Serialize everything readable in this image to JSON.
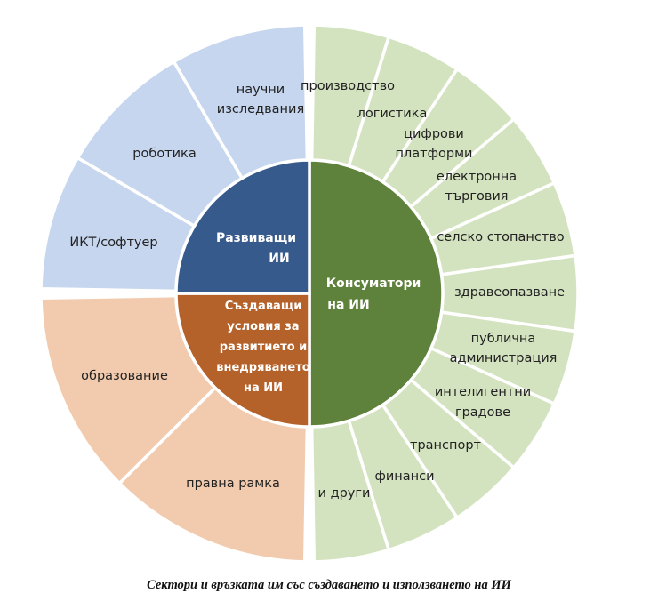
{
  "colors": {
    "developing_inner": "#375a8c",
    "developing_outer": "#c6d6ee",
    "consumers_inner": "#5e813c",
    "consumers_outer": "#d4e3bf",
    "enablers_inner": "#b4612a",
    "enablers_outer": "#f2cbae"
  },
  "inner": {
    "developing": [
      "Развиващи",
      "ИИ"
    ],
    "consumers": [
      "Консуматори",
      "на ИИ"
    ],
    "enablers": [
      "Създаващи",
      "условия за",
      "развитието и",
      "внедряването",
      "на ИИ"
    ]
  },
  "outer": {
    "developing": [
      [
        "научни",
        "изследвания"
      ],
      [
        "роботика"
      ],
      [
        "ИКТ/софтуер"
      ]
    ],
    "enablers": [
      [
        "образование"
      ],
      [
        "правна рамка"
      ]
    ],
    "consumers": [
      [
        "производство"
      ],
      [
        "логистика"
      ],
      [
        "цифрови",
        "платформи"
      ],
      [
        "електронна",
        "търговия"
      ],
      [
        "селско стопанство"
      ],
      [
        "здравеопазване"
      ],
      [
        "публична",
        "администрация"
      ],
      [
        "интелигентни",
        "градове"
      ],
      [
        "транспорт"
      ],
      [
        "финанси"
      ],
      [
        "и други"
      ]
    ]
  },
  "caption": "Сектори и връзката им със създаването и използването на ИИ"
}
